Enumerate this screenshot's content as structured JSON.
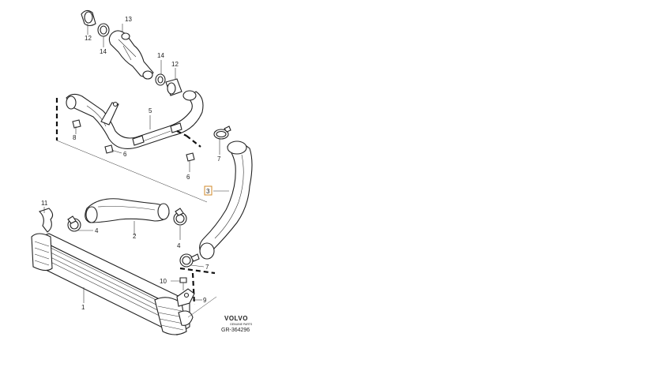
{
  "callouts": [
    {
      "id": "c12a",
      "text": "12"
    },
    {
      "id": "c13",
      "text": "13"
    },
    {
      "id": "c14a",
      "text": "14"
    },
    {
      "id": "c14b",
      "text": "14"
    },
    {
      "id": "c12b",
      "text": "12"
    },
    {
      "id": "c5",
      "text": "5"
    },
    {
      "id": "c8",
      "text": "8"
    },
    {
      "id": "c6a",
      "text": "6"
    },
    {
      "id": "c6b",
      "text": "6"
    },
    {
      "id": "c7a",
      "text": "7"
    },
    {
      "id": "c3",
      "text": "3",
      "highlighted": true
    },
    {
      "id": "c11",
      "text": "11"
    },
    {
      "id": "c4a",
      "text": "4"
    },
    {
      "id": "c2",
      "text": "2"
    },
    {
      "id": "c4b",
      "text": "4"
    },
    {
      "id": "c7b",
      "text": "7"
    },
    {
      "id": "c10",
      "text": "10"
    },
    {
      "id": "c9",
      "text": "9"
    },
    {
      "id": "c1",
      "text": "1"
    }
  ],
  "brand": {
    "name": "VOLVO",
    "tagline": "GENUINE PARTS",
    "diagram_code": "GR-364296"
  },
  "colors": {
    "line": "#222222",
    "highlight": "#d08a2a",
    "background": "#ffffff"
  }
}
